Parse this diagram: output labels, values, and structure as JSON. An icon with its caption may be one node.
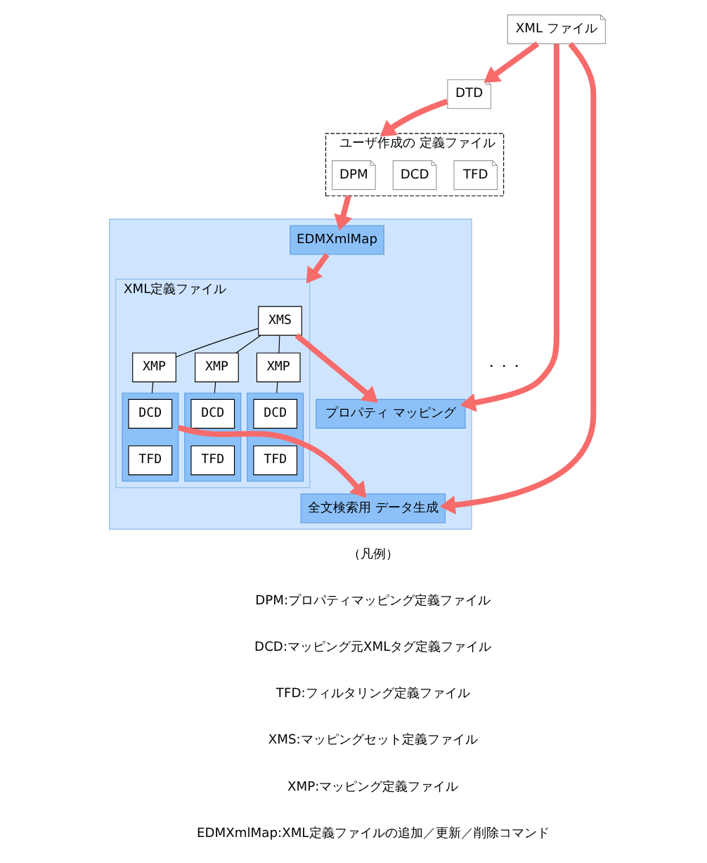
{
  "diagram": {
    "nodes": [
      {
        "text": [
          "XML ファイル"
        ]
      },
      {
        "text": [
          "DTD"
        ]
      },
      {
        "text": [
          "ユーザ作成の 定義ファイル"
        ]
      },
      {
        "text": [
          "DPM"
        ],
        "in": 2
      },
      {
        "text": [
          "DCD"
        ],
        "in": 2
      },
      {
        "text": [
          "TFD"
        ],
        "in": 2
      },
      {
        "text": [],
        "shape": "box"
      },
      {
        "text": [
          "EDMXmlMap"
        ],
        "in": 6
      },
      {
        "text": [
          "プロパティ マッピング"
        ],
        "in": 6
      },
      {
        "text": [
          "全文検索用 データ生成"
        ],
        "in": 6
      },
      {
        "text": [
          "XML定義ファイル"
        ],
        "in": 6
      },
      {
        "text": [
          "XMS"
        ],
        "in": 10
      },
      {
        "text": [
          "XMP"
        ],
        "in": 10
      },
      {
        "text": [
          "XMP"
        ],
        "in": 10
      },
      {
        "text": [
          "XMP"
        ],
        "in": 10
      },
      {
        "text": [],
        "shape": "box",
        "in": 10
      },
      {
        "text": [
          "DCD"
        ],
        "in": 15
      },
      {
        "text": [
          "TFD"
        ],
        "in": 15
      },
      {
        "text": [],
        "shape": "box",
        "in": 10
      },
      {
        "text": [
          "DCD"
        ],
        "in": 18
      },
      {
        "text": [
          "TFD"
        ],
        "in": 18
      },
      {
        "text": [],
        "shape": "box",
        "in": 10
      },
      {
        "text": [
          "DCD"
        ],
        "in": 21
      },
      {
        "text": [
          "TFD"
        ],
        "in": 21
      }
    ],
    "edges": [
      {
        "from": 0,
        "to": 1,
        "arrow": "to"
      },
      {
        "from": 1,
        "to": 2,
        "arrow": "to"
      },
      {
        "from": 2,
        "to": 7,
        "arrow": "to"
      },
      {
        "from": 7,
        "to": 10,
        "arrow": "to"
      },
      {
        "from": 0,
        "to": 8,
        "arrow": "to"
      },
      {
        "from": 0,
        "to": 9,
        "arrow": "to"
      },
      {
        "from": 11,
        "to": 8,
        "arrow": "to"
      },
      {
        "from": 15,
        "to": 9,
        "arrow": "to"
      },
      {
        "from": 11,
        "to": 12,
        "arrow": "none",
        "color": "#000000"
      },
      {
        "from": 11,
        "to": 13,
        "arrow": "none",
        "color": "#000000"
      },
      {
        "from": 11,
        "to": 14,
        "arrow": "none",
        "color": "#000000"
      },
      {
        "from": 12,
        "to": 15,
        "arrow": "none",
        "color": "#000000"
      },
      {
        "from": 13,
        "to": 18,
        "arrow": "none",
        "color": "#000000"
      },
      {
        "from": 14,
        "to": 21,
        "arrow": "none",
        "color": "#000000"
      }
    ],
    "labels": [
      "・・・",
      "（凡例）",
      "DPM:プロパティマッピング定義ファイル",
      "DCD:マッピング元XMLタグ定義ファイル",
      "TFD:フィルタリング定義ファイル",
      "XMS:マッピングセット定義ファイル",
      "XMP:マッピング定義ファイル",
      "EDMXmlMap:XML定義ファイルの追加／更新／削除コマンド"
    ]
  }
}
